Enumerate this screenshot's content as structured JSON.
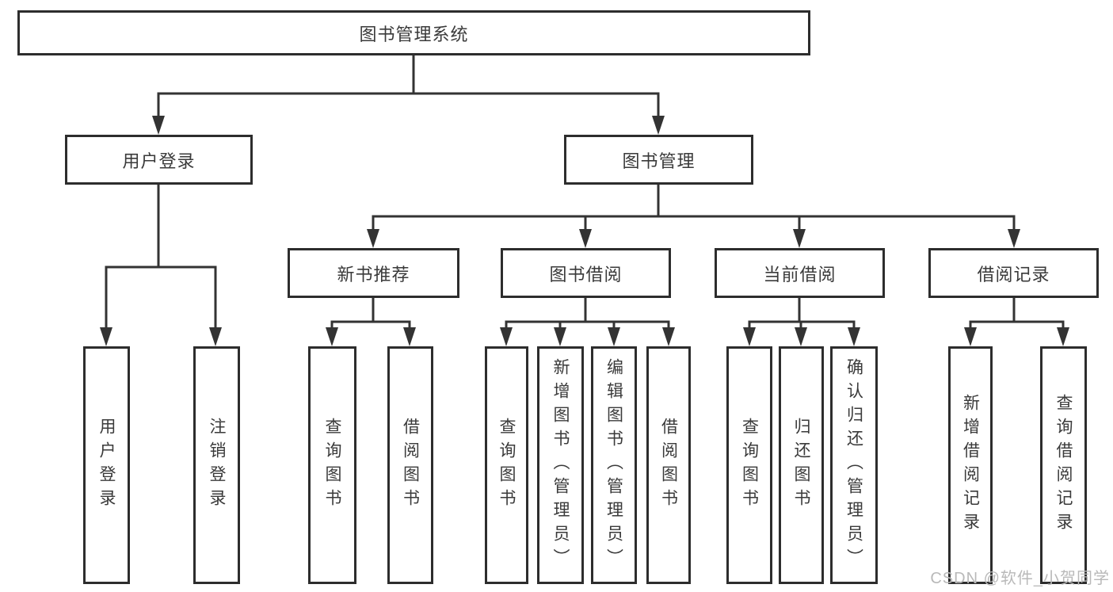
{
  "diagram": {
    "type": "tree",
    "root": {
      "label": "图书管理系统"
    },
    "level2": [
      {
        "label": "用户登录",
        "children": [
          {
            "label": "用户登录"
          },
          {
            "label": "注销登录"
          }
        ]
      },
      {
        "label": "图书管理",
        "children": [
          {
            "label": "新书推荐",
            "children": [
              {
                "label": "查询图书"
              },
              {
                "label": "借阅图书"
              }
            ]
          },
          {
            "label": "图书借阅",
            "children": [
              {
                "label": "查询图书"
              },
              {
                "label": "新增图书（管理员）"
              },
              {
                "label": "编辑图书（管理员）"
              },
              {
                "label": "借阅图书"
              }
            ]
          },
          {
            "label": "当前借阅",
            "children": [
              {
                "label": "查询图书"
              },
              {
                "label": "归还图书"
              },
              {
                "label": "确认归还（管理员）"
              }
            ]
          },
          {
            "label": "借阅记录",
            "children": [
              {
                "label": "新增借阅记录"
              },
              {
                "label": "查询借阅记录"
              }
            ]
          }
        ]
      }
    ]
  },
  "watermark": {
    "text": "CSDN @软件_小贺同学"
  },
  "colors": {
    "line": "#333333",
    "box_border": "#2d2d2d",
    "text": "#3a3a3a",
    "background": "#ffffff",
    "watermark_text": "#b9b9b9"
  }
}
